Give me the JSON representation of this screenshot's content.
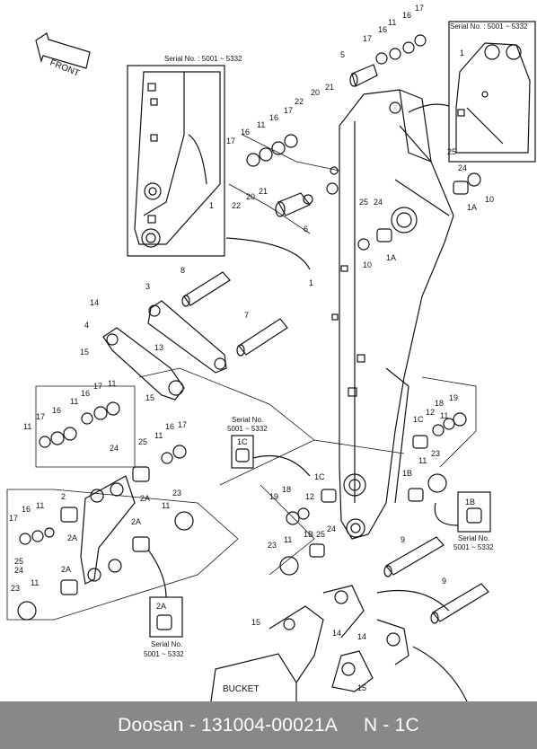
{
  "footer": {
    "text": "Doosan - 131004-00021A     N - 1C"
  },
  "diagram": {
    "front_label": "FRONT",
    "bucket_label": "BUCKET",
    "serial_top_left": "Serial No. : 5001 ~ 5332",
    "serial_top_right": "Serial No. : 5001 ~ 5332",
    "serial_center_1": "Serial No.",
    "serial_center_2": "5001 ~ 5332",
    "serial_right_1": "Serial No.",
    "serial_right_2": "5001 ~ 5332",
    "serial_bottom_1": "Serial No.",
    "serial_bottom_2": "5001 ~ 5332",
    "inset_1c": "1C",
    "inset_1b": "1B",
    "inset_2a": "2A"
  },
  "callouts": [
    "1",
    "1A",
    "1B",
    "1C",
    "2",
    "2A",
    "3",
    "4",
    "5",
    "6",
    "7",
    "8",
    "9",
    "10",
    "11",
    "12",
    "13",
    "14",
    "15",
    "16",
    "17",
    "18",
    "19",
    "20",
    "21",
    "22",
    "23",
    "24",
    "25"
  ]
}
